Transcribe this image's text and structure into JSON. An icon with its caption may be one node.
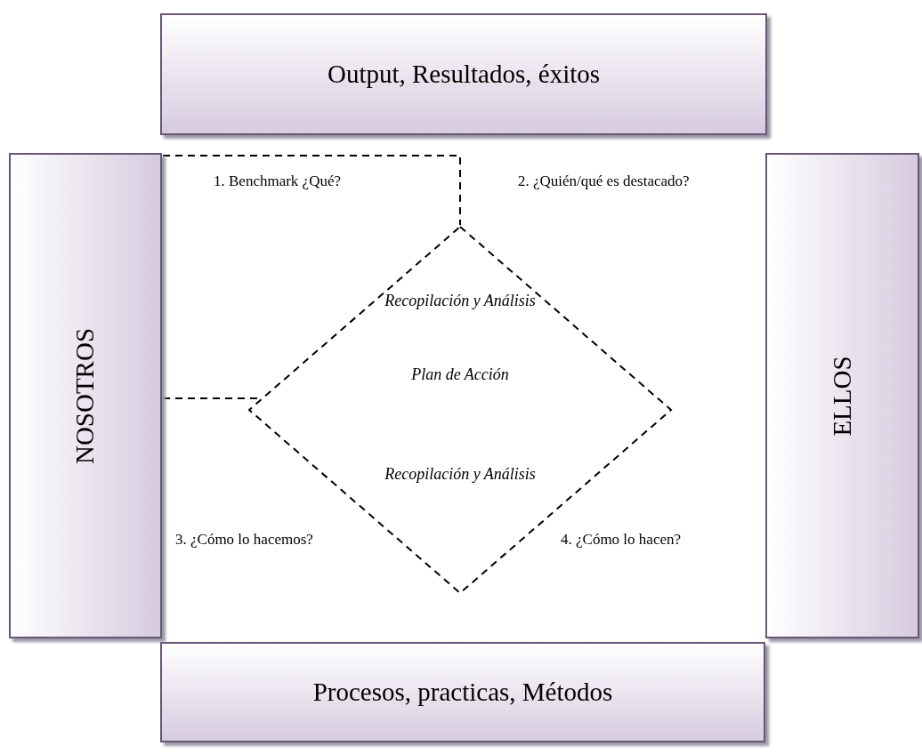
{
  "diagram": {
    "nodes": [
      {
        "text": [
          "Output, Resultados, éxitos"
        ]
      },
      {
        "text": [
          "NOSOTROS"
        ]
      },
      {
        "text": [
          "ELLOS"
        ]
      },
      {
        "text": [
          "Recopilación y Análisis",
          "Plan de Acción",
          "Recopilación y Análisis"
        ]
      },
      {
        "text": [
          "Procesos, practicas, Métodos"
        ]
      }
    ],
    "edges": [],
    "labels": [
      "1. Benchmark ¿Qué?",
      "2. ¿Quién/qué es destacado?",
      "3. ¿Cómo lo hacemos?",
      "4. ¿Cómo lo hacen?"
    ]
  }
}
